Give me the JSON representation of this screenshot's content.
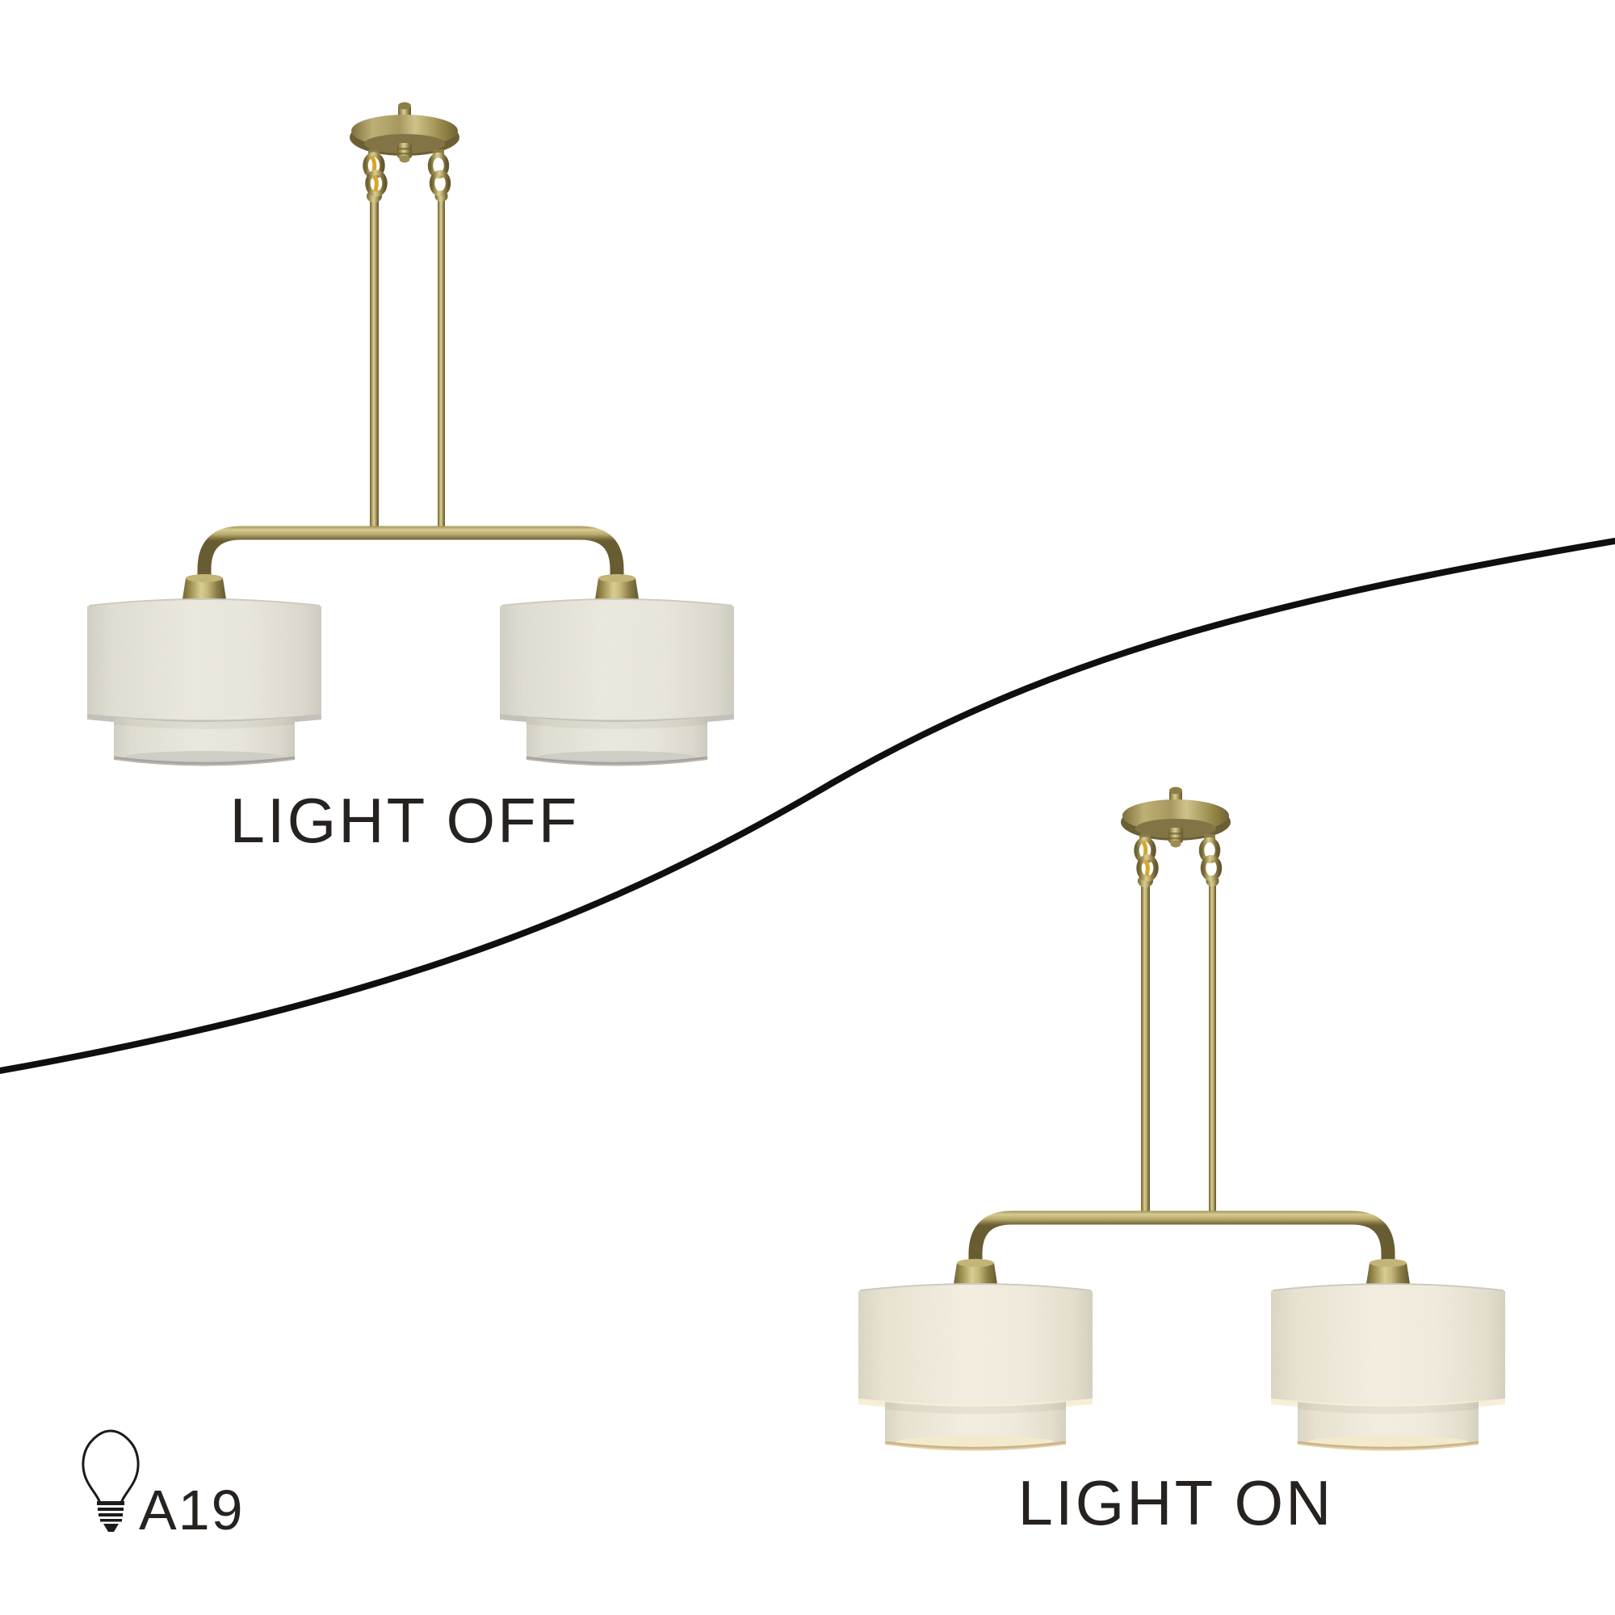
{
  "theme": {
    "background": "#ffffff",
    "divider": "#0f0f0f",
    "text": "#262220",
    "brass": "#ab9b5d",
    "brass-dark": "#6b6034",
    "brass-light": "#d9cd94",
    "shade-off": "#eae7dc",
    "shade-on": "#f3eee0",
    "glow": "#f7eed7",
    "gap-shadow": "#c3c2ba",
    "bottom-rim-off": "#b6b5ae",
    "bottom-rim-on": "#e2cfa2",
    "bottom-inner-off": "#cfcec6",
    "bottom-inner-on": "#f3e9cd",
    "wire": "#d9a62a"
  },
  "panels": {
    "light_off": {
      "label": "LIGHT OFF"
    },
    "light_on": {
      "label": "LIGHT ON"
    }
  },
  "bulb_badge": {
    "label": "A19",
    "icon": "a19-bulb-icon"
  }
}
